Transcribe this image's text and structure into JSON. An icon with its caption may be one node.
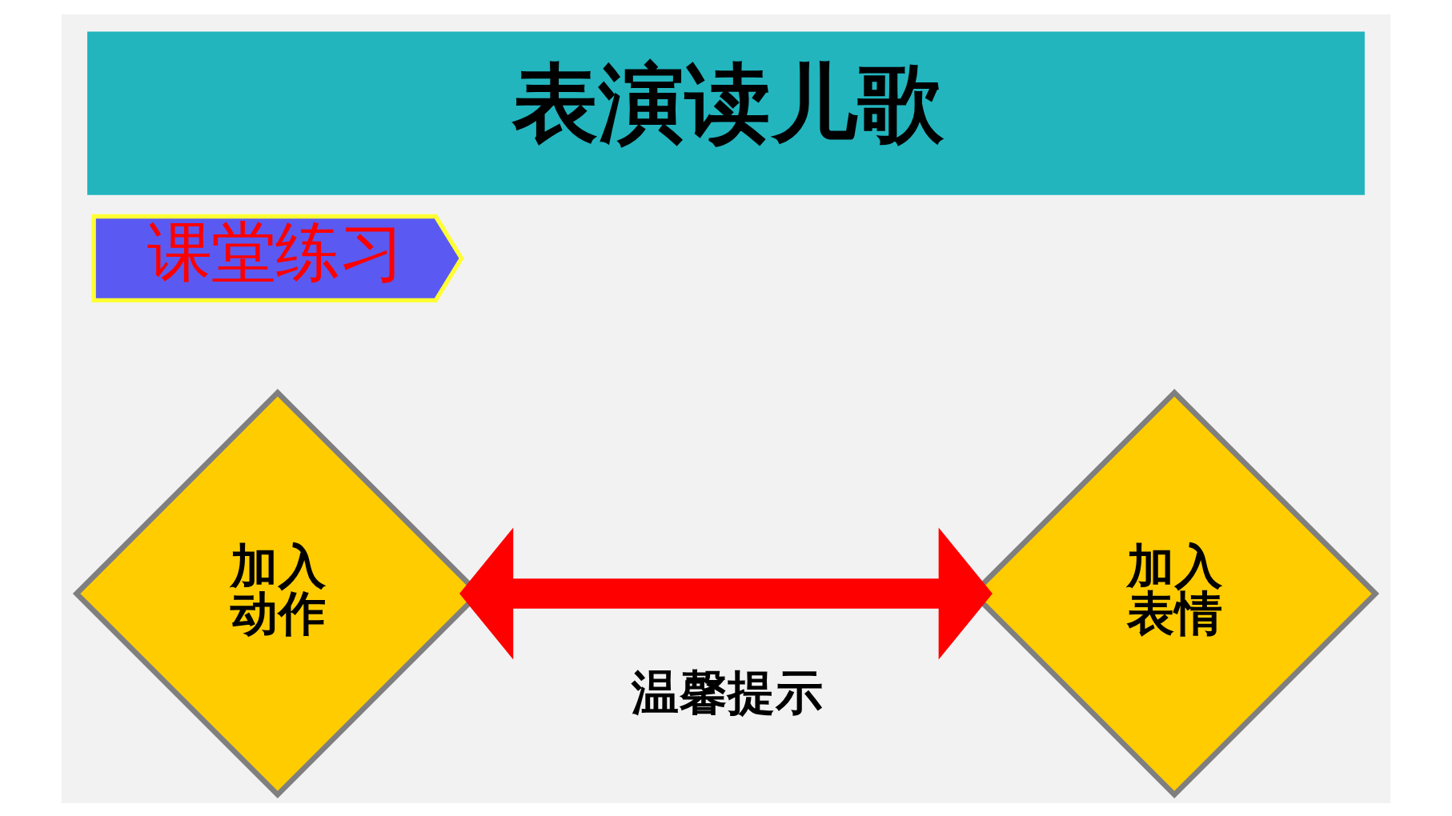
{
  "diagram": {
    "title": "表演读儿歌",
    "nodes": [
      {
        "text": [
          "课堂练习"
        ]
      },
      {
        "text": [
          "加入动作"
        ]
      },
      {
        "text": [
          "加入表情"
        ]
      }
    ],
    "edges": [
      {
        "from": 1,
        "to": 2,
        "arrow": "both",
        "label": "温馨提示"
      }
    ]
  }
}
